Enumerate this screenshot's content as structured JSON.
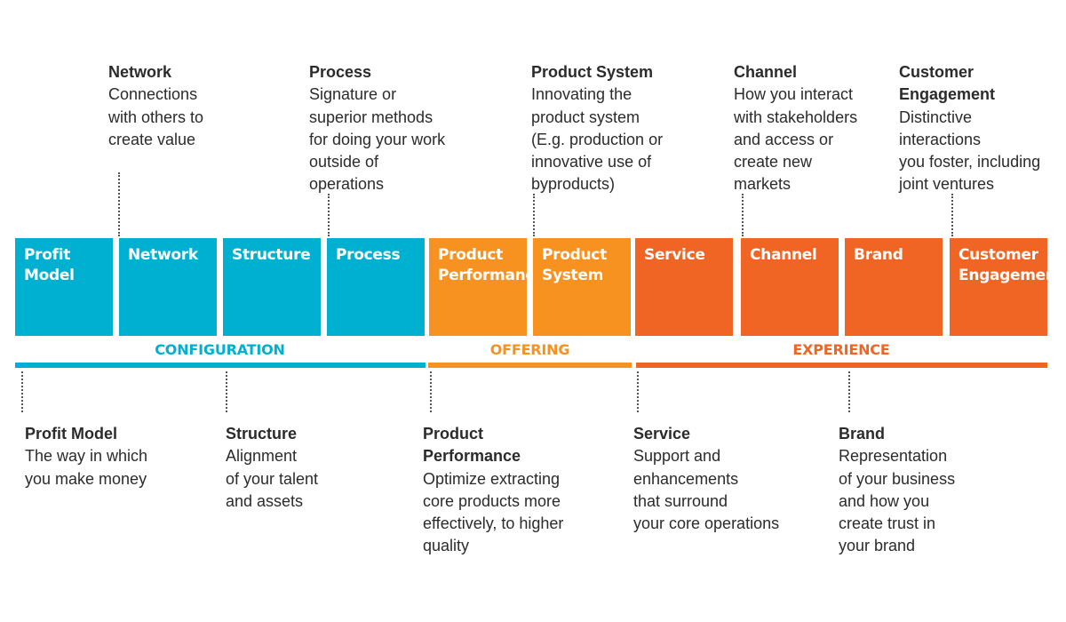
{
  "boxes": [
    {
      "label": "Profit\nModel",
      "color": "#00b0d0"
    },
    {
      "label": "Network",
      "color": "#00b0d0"
    },
    {
      "label": "Structure",
      "color": "#00b0d0"
    },
    {
      "label": "Process",
      "color": "#00b0d0"
    },
    {
      "label": "Product\nPerformance",
      "color": "#f79120"
    },
    {
      "label": "Product\nSystem",
      "color": "#f79120"
    },
    {
      "label": "Service",
      "color": "#f06524"
    },
    {
      "label": "Channel",
      "color": "#f06524"
    },
    {
      "label": "Brand",
      "color": "#f06524"
    },
    {
      "label": "Customer\nEngagement",
      "color": "#f06524"
    }
  ],
  "categories": [
    {
      "label": "CONFIGURATION",
      "color": "#00b0d0"
    },
    {
      "label": "OFFERING",
      "color": "#f79120"
    },
    {
      "label": "EXPERIENCE",
      "color": "#f06524"
    }
  ],
  "top_descriptions": [
    {
      "title": "Network",
      "body": "Connections\nwith others to\ncreate value"
    },
    {
      "title": "Process",
      "body": "Signature  or\nsuperior methods\nfor doing your work\noutside of\noperations"
    },
    {
      "title": "Product System",
      "body": "Innovating the\nproduct system\n(E.g. production or\ninnovative use of\nbyproducts)"
    },
    {
      "title": "Channel",
      "body": "How you interact\nwith stakeholders\nand access or\ncreate new\nmarkets"
    },
    {
      "title": "Customer\nEngagement",
      "body": "Distinctive\ninteractions\nyou foster, including\njoint ventures"
    }
  ],
  "bottom_descriptions": [
    {
      "title": "Profit Model",
      "body": "The way in which\nyou make money"
    },
    {
      "title": "Structure",
      "body": "Alignment\nof your talent\nand assets"
    },
    {
      "title": "Product\nPerformance",
      "body": "Optimize extracting\ncore products more\neffectively, to higher\nquality"
    },
    {
      "title": "Service",
      "body": "Support and\nenhancements\nthat surround\nyour core operations"
    },
    {
      "title": "Brand",
      "body": "Representation\nof your business\nand how you\ncreate trust in\nyour brand"
    }
  ]
}
